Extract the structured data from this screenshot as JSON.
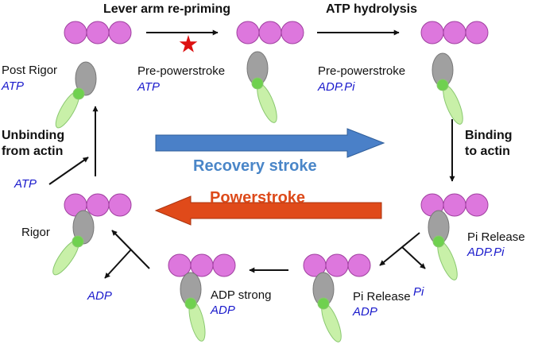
{
  "colors": {
    "actin": "#dd77dd",
    "actin_stroke": "#a040a0",
    "head": "#a0a0a0",
    "head_stroke": "#777777",
    "lever": "#c8f0a8",
    "lever_stroke": "#8ac870",
    "converter": "#6fd14f",
    "nucleotide_text": "#1a1acc",
    "recovery_arrow": "#4a80c8",
    "recovery_text": "#4a86c8",
    "powerstroke_arrow": "#e04a1a",
    "powerstroke_text": "#dd4a1a",
    "star": "#dd1111"
  },
  "steps": {
    "lever_arm_repriming": "Lever arm re-priming",
    "atp_hydrolysis": "ATP hydrolysis",
    "binding_to_actin": [
      "Binding",
      "to actin"
    ],
    "unbinding_from_actin": [
      "Unbinding",
      "from actin"
    ]
  },
  "states": {
    "post_rigor": {
      "label": "Post Rigor",
      "nucleotide": "ATP"
    },
    "pre_powerstroke_atp": {
      "label": "Pre-powerstroke",
      "nucleotide": "ATP"
    },
    "pre_powerstroke_adppi": {
      "label": "Pre-powerstroke",
      "nucleotide": "ADP.Pi"
    },
    "pi_release_1": {
      "label": "Pi Release",
      "nucleotide": "ADP.Pi"
    },
    "pi_release_2": {
      "label": "Pi Release",
      "nucleotide": "ADP"
    },
    "adp_strong": {
      "label": "ADP strong",
      "nucleotide": "ADP"
    },
    "rigor": {
      "label": "Rigor"
    }
  },
  "products": {
    "atp_in": "ATP",
    "pi_out": "Pi",
    "adp_out": "ADP"
  },
  "center": {
    "recovery_stroke": "Recovery stroke",
    "powerstroke": "Powerstroke"
  }
}
